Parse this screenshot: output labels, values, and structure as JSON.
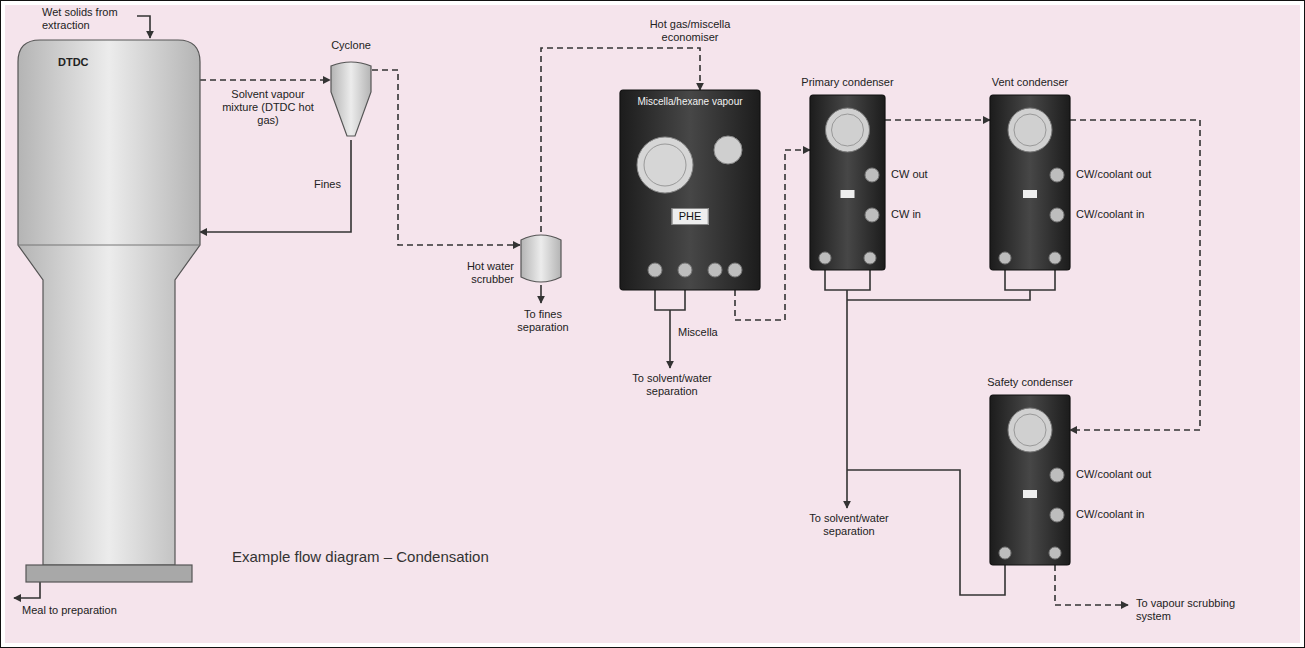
{
  "diagram": {
    "caption": "Example flow diagram – Condensation",
    "nodes": [
      {
        "text": [
          "DTDC"
        ]
      },
      {
        "text": [
          "Cyclone"
        ]
      },
      {
        "text": [
          "Hot water scrubber"
        ]
      },
      {
        "text": [
          "Hot gas/miscella economiser",
          "Miscella/hexane vapour",
          "PHE"
        ]
      },
      {
        "text": [
          "Primary condenser",
          "CW out",
          "CW in"
        ]
      },
      {
        "text": [
          "Vent condenser",
          "CW/coolant out",
          "CW/coolant in"
        ]
      },
      {
        "text": [
          "Safety condenser",
          "CW/coolant out",
          "CW/coolant in"
        ]
      }
    ],
    "edges": [
      {
        "from": 0,
        "to": 1,
        "arrow": "to",
        "label": "Solvent vapour mixture (DTDC hot gas)"
      },
      {
        "from": 1,
        "to": 0,
        "arrow": "to",
        "label": "Fines"
      },
      {
        "from": 1,
        "to": 2,
        "arrow": "to"
      },
      {
        "from": 2,
        "to": 3,
        "arrow": "to"
      },
      {
        "from": 3,
        "to": 4,
        "arrow": "to"
      },
      {
        "from": 4,
        "to": 5,
        "arrow": "to"
      },
      {
        "from": 5,
        "to": 6,
        "arrow": "to"
      }
    ],
    "labels": [
      "Wet solids from extraction",
      "Meal to preparation",
      "To fines separation",
      "Miscella",
      "To solvent/water separation",
      "To solvent/water separation",
      "To vapour scrubbing system"
    ]
  }
}
